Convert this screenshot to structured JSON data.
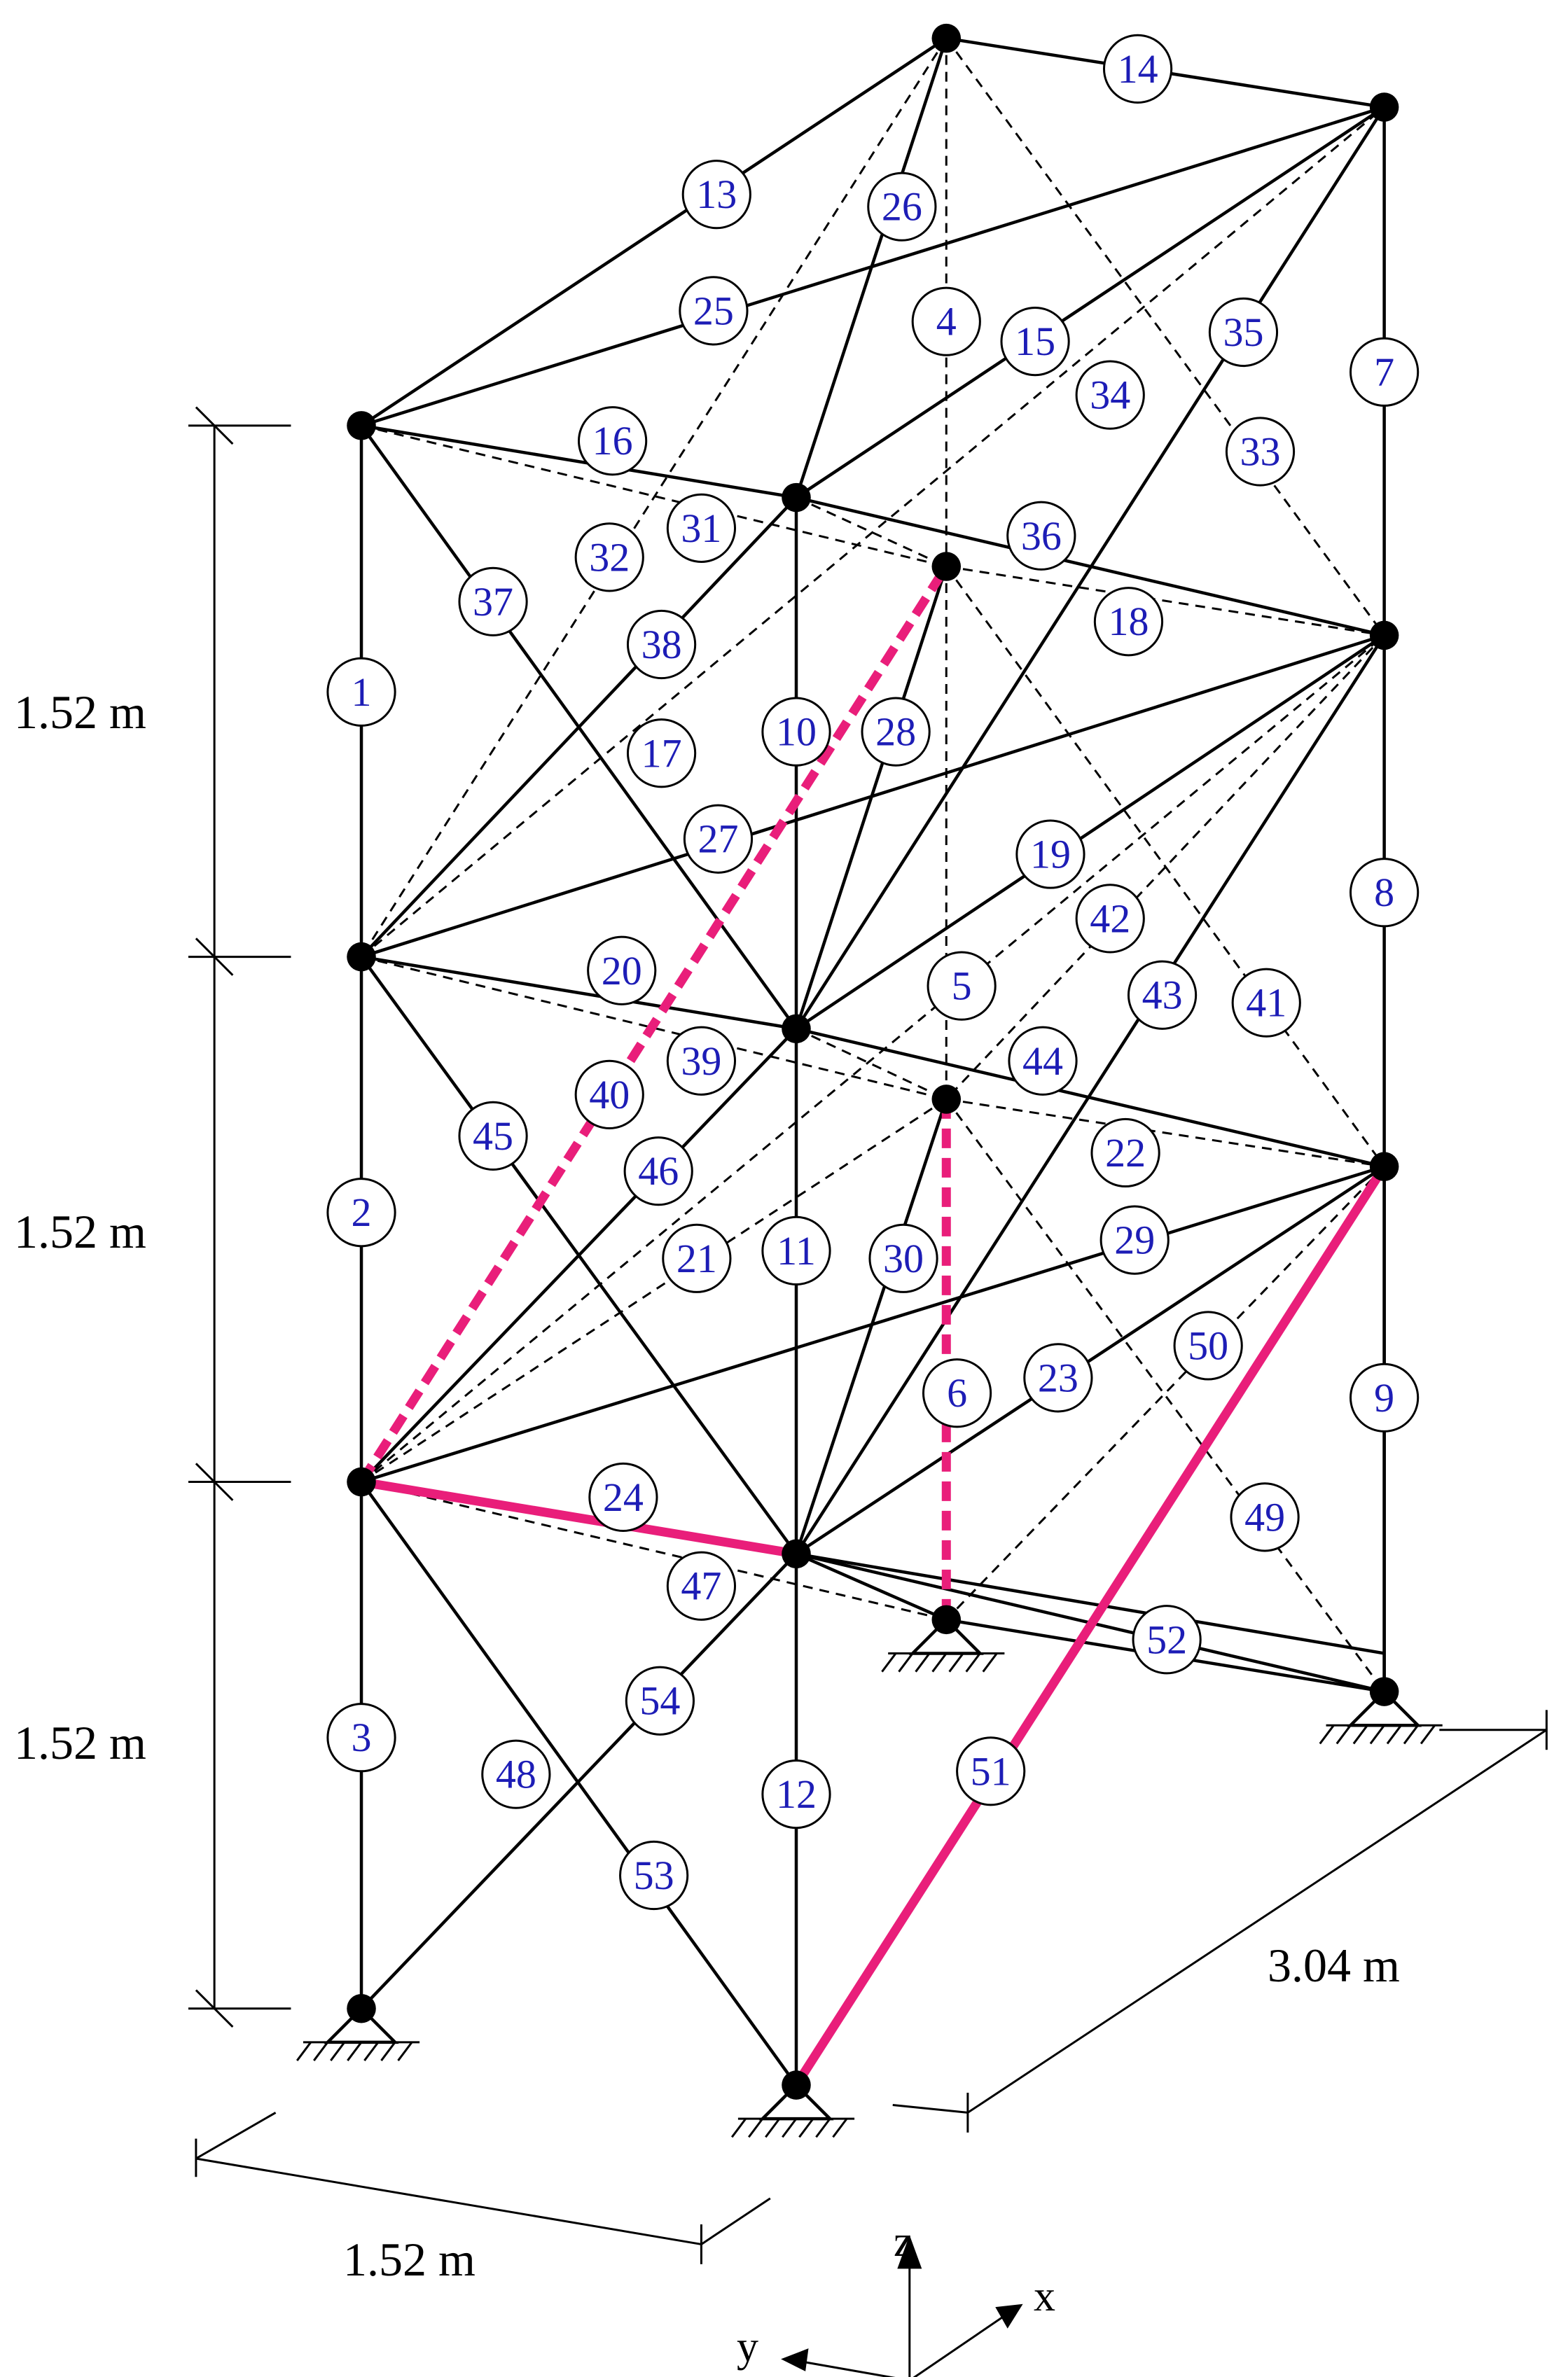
{
  "dimensions": {
    "story_height_1": "1.52 m",
    "story_height_2": "1.52 m",
    "story_height_3": "1.52 m",
    "width": "1.52 m",
    "length": "3.04 m"
  },
  "axes": {
    "x": "x",
    "y": "y",
    "z": "z"
  },
  "colors": {
    "member": "#000000",
    "highlight": "#e91e7a",
    "label": "#1d1db6"
  },
  "member_labels": [
    "1",
    "2",
    "3",
    "4",
    "5",
    "6",
    "7",
    "8",
    "9",
    "10",
    "11",
    "12",
    "13",
    "14",
    "15",
    "16",
    "17",
    "18",
    "19",
    "20",
    "21",
    "22",
    "23",
    "24",
    "25",
    "26",
    "27",
    "28",
    "29",
    "30",
    "31",
    "32",
    "33",
    "34",
    "35",
    "36",
    "37",
    "38",
    "39",
    "40",
    "41",
    "42",
    "43",
    "44",
    "45",
    "46",
    "47",
    "48",
    "49",
    "50",
    "51",
    "52",
    "53",
    "54"
  ],
  "highlighted_members": {
    "solid": [
      "24",
      "51"
    ],
    "dashed": [
      "40",
      "6"
    ]
  }
}
